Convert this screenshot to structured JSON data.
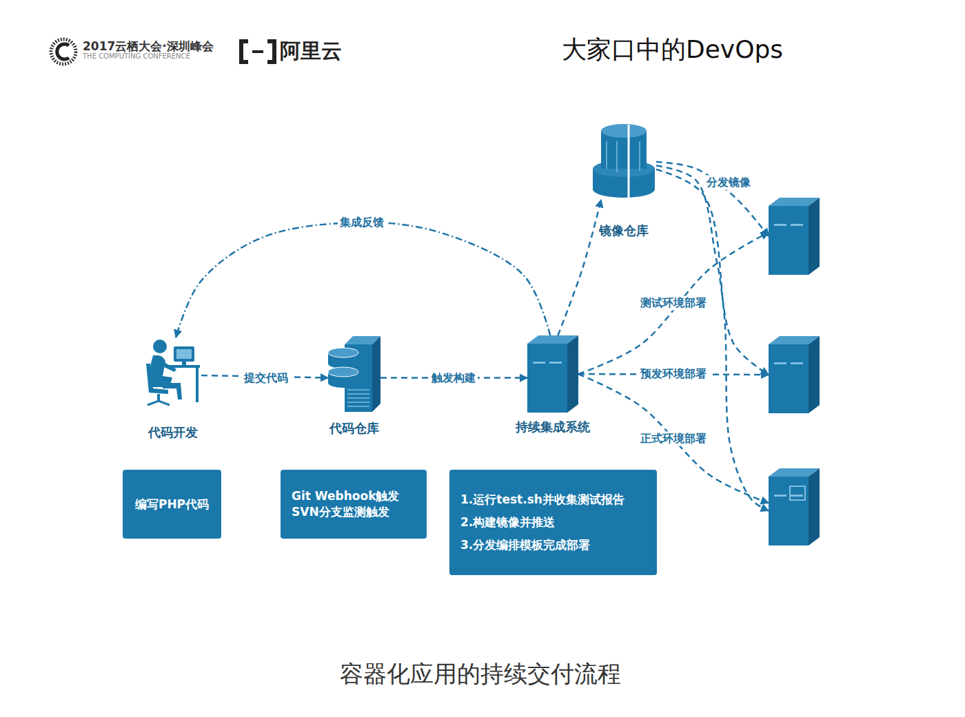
{
  "diagram": {
    "title": "大家口中的DevOps",
    "caption": "容器化应用的持续交付流程",
    "nodes": [
      {
        "text": [
          "代码开发"
        ]
      },
      {
        "text": [
          "代码仓库"
        ]
      },
      {
        "text": [
          "持续集成系统"
        ]
      },
      {
        "text": [
          "镜像仓库"
        ]
      },
      {
        "text": []
      },
      {
        "text": []
      },
      {
        "text": []
      },
      {
        "text": [
          "编写PHP代码"
        ]
      },
      {
        "text": [
          "Git Webhook触发 SVN分支监测触发"
        ]
      },
      {
        "text": [
          "1.运行test.sh并收集测试报告",
          "2.构建镜像并推送",
          "3.分发编排模板完成部署"
        ]
      }
    ],
    "edges": [
      {
        "from": 0,
        "to": 1,
        "label": "提交代码",
        "arrow": "to"
      },
      {
        "from": 1,
        "to": 2,
        "label": "触发构建",
        "arrow": "to"
      },
      {
        "from": 2,
        "to": 0,
        "label": "集成反馈",
        "arrow": "to"
      },
      {
        "from": 2,
        "to": 3,
        "arrow": "to"
      },
      {
        "from": 3,
        "to": 4,
        "label": "分发镜像",
        "arrow": "to"
      },
      {
        "from": 3,
        "to": 5,
        "arrow": "to"
      },
      {
        "from": 3,
        "to": 6,
        "arrow": "to"
      },
      {
        "from": 2,
        "to": 4,
        "label": "测试环境部署",
        "arrow": "to"
      },
      {
        "from": 2,
        "to": 5,
        "label": "预发环境部署",
        "arrow": "to"
      },
      {
        "from": 2,
        "to": 6,
        "label": "正式环境部署",
        "arrow": "to"
      }
    ],
    "labels": [
      "2017云栖大会·深圳峰会",
      "THE COMPUTING CONFERENCE",
      "阿里云"
    ]
  }
}
